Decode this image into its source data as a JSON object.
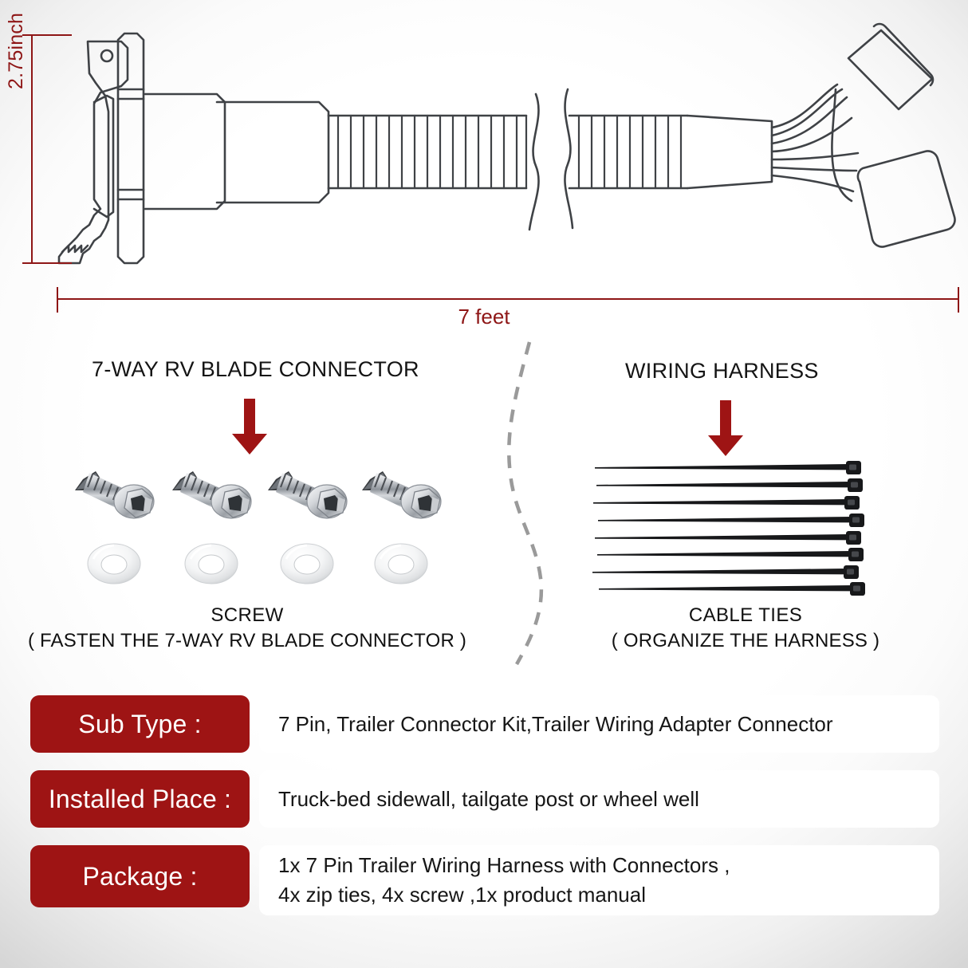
{
  "background": {
    "edge_color": "#d6d6d6",
    "center_color": "#ffffff"
  },
  "accent": {
    "red": "#9e1414",
    "dimension_red": "#8e1616",
    "line_gray": "#3f4246",
    "divider_gray": "#9a9a9a"
  },
  "diagram": {
    "name": "7-way-rv-trailer-wiring-harness-line-drawing",
    "height_dimension": "2.75inch",
    "length_dimension": "7 feet",
    "parts": {
      "plug_body": "7-way RV blade connector plug with hinged cap",
      "corrugated_sheath": "ribbed cable sheath",
      "break_marks": "cable length break symbol",
      "fan_out_wires": "7 wires fanning out",
      "connector_block_upper": "rectangular connector block",
      "connector_block_lower": "rectangular connector block"
    }
  },
  "sections": {
    "left": {
      "heading": "7-WAY RV BLADE CONNECTOR",
      "arrow": "down-arrow-icon",
      "items": {
        "screw_count": 4,
        "washer_count": 4
      },
      "caption_title": "SCREW",
      "caption_sub": "( FASTEN THE 7-WAY RV BLADE CONNECTOR )"
    },
    "right": {
      "heading": "WIRING HARNESS",
      "arrow": "down-arrow-icon",
      "items": {
        "cable_tie_count": 8
      },
      "caption_title": "CABLE TIES",
      "caption_sub": "( ORGANIZE THE HARNESS )"
    }
  },
  "specs": [
    {
      "label": "Sub Type :",
      "lines": [
        "7 Pin, Trailer Connector Kit,Trailer Wiring Adapter Connector"
      ]
    },
    {
      "label": "Installed Place :",
      "lines": [
        "Truck-bed sidewall, tailgate post or wheel well"
      ]
    },
    {
      "label": "Package :",
      "lines": [
        "1x 7 Pin Trailer Wiring Harness with Connectors ,",
        "4x zip ties, 4x screw ,1x product manual"
      ]
    }
  ]
}
